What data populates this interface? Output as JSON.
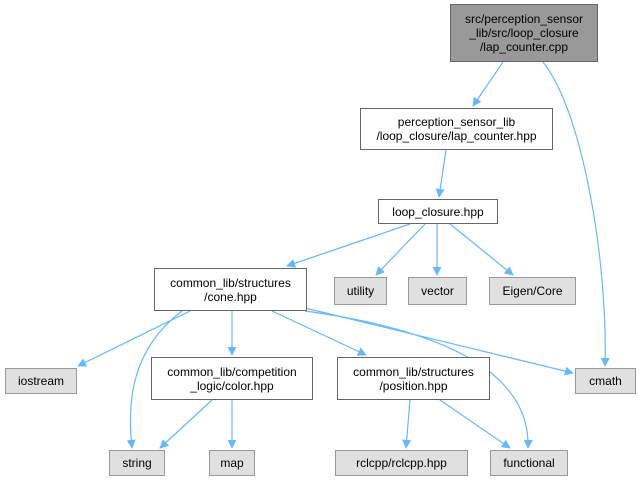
{
  "diagram": {
    "colors": {
      "edge": "#63b8ff",
      "root_fill": "#999999",
      "file_fill": "#ffffff",
      "external_fill": "#e0e0e0"
    },
    "nodes": {
      "lap_counter_cpp": {
        "lines": [
          "src/perception_sensor",
          "_lib/src/loop_closure",
          "/lap_counter.cpp"
        ]
      },
      "lap_counter_hpp": {
        "lines": [
          "perception_sensor_lib",
          "/loop_closure/lap_counter.hpp"
        ]
      },
      "loop_closure_hpp": {
        "lines": [
          "loop_closure.hpp"
        ]
      },
      "cone_hpp": {
        "lines": [
          "common_lib/structures",
          "/cone.hpp"
        ]
      },
      "utility": {
        "lines": [
          "utility"
        ]
      },
      "vector": {
        "lines": [
          "vector"
        ]
      },
      "eigen_core": {
        "lines": [
          "Eigen/Core"
        ]
      },
      "cmath": {
        "lines": [
          "cmath"
        ]
      },
      "iostream": {
        "lines": [
          "iostream"
        ]
      },
      "color_hpp": {
        "lines": [
          "common_lib/competition",
          "_logic/color.hpp"
        ]
      },
      "position_hpp": {
        "lines": [
          "common_lib/structures",
          "/position.hpp"
        ]
      },
      "string": {
        "lines": [
          "string"
        ]
      },
      "map": {
        "lines": [
          "map"
        ]
      },
      "rclcpp": {
        "lines": [
          "rclcpp/rclcpp.hpp"
        ]
      },
      "functional": {
        "lines": [
          "functional"
        ]
      }
    }
  }
}
